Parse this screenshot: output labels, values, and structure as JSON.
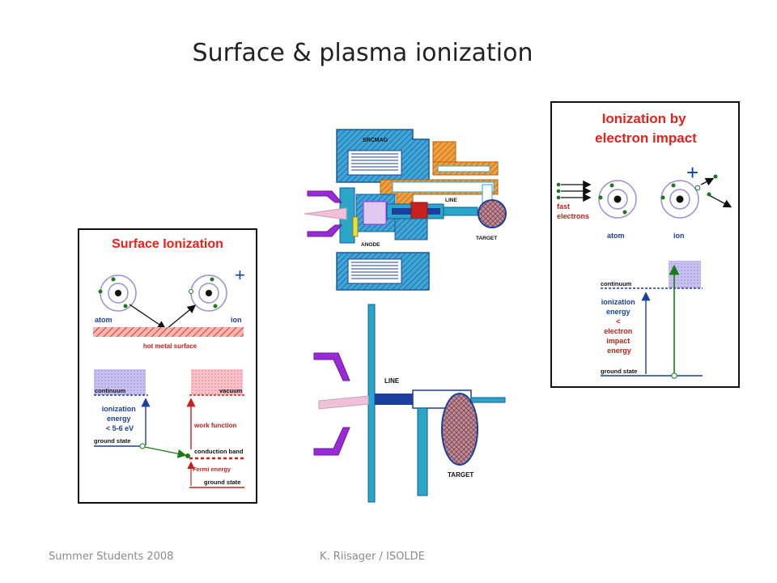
{
  "slide": {
    "title": "Surface & plasma ionization",
    "footer_left": "Summer Students  2008",
    "footer_center": "K. Riisager / ISOLDE"
  },
  "surface_panel": {
    "title": "Surface Ionization",
    "atom_label": "atom",
    "ion_label": "ion",
    "plus": "+",
    "surface_label": "hot metal surface",
    "continuum_label": "continuum",
    "vacuum_label": "vacuum",
    "ionization_lines": [
      "ionization",
      "energy",
      "< 5-6 eV"
    ],
    "work_function_label": "work function",
    "ground_state_label": "ground state",
    "conduction_band_label": "conduction band",
    "fermi_energy_label": "Fermi energy",
    "ground_state_right_label": "ground state"
  },
  "plasma_source": {
    "srcmag_label": "SRCMAG",
    "line_label": "LINE",
    "anode_label": "ANODE",
    "target_label": "TARGET"
  },
  "simple_source": {
    "line_label": "LINE",
    "target_label": "TARGET"
  },
  "electron_panel": {
    "title_lines": [
      "Ionization by",
      "electron impact"
    ],
    "plus": "+",
    "fast_electrons_lines": [
      "fast",
      "electrons"
    ],
    "atom_label": "atom",
    "ion_label": "ion",
    "continuum_label": "continuum",
    "ionization_lines": [
      "ionization",
      "energy",
      "<",
      "electron",
      "impact",
      "energy"
    ],
    "ground_state_label": "ground state"
  },
  "colors": {
    "panel_red": "#e8201a",
    "arrow_green": "#1a7a1a",
    "blue": "#1a3fa0",
    "cyan": "#2aa6c8",
    "orange": "#e8801a",
    "purple": "#9a2ad8"
  }
}
